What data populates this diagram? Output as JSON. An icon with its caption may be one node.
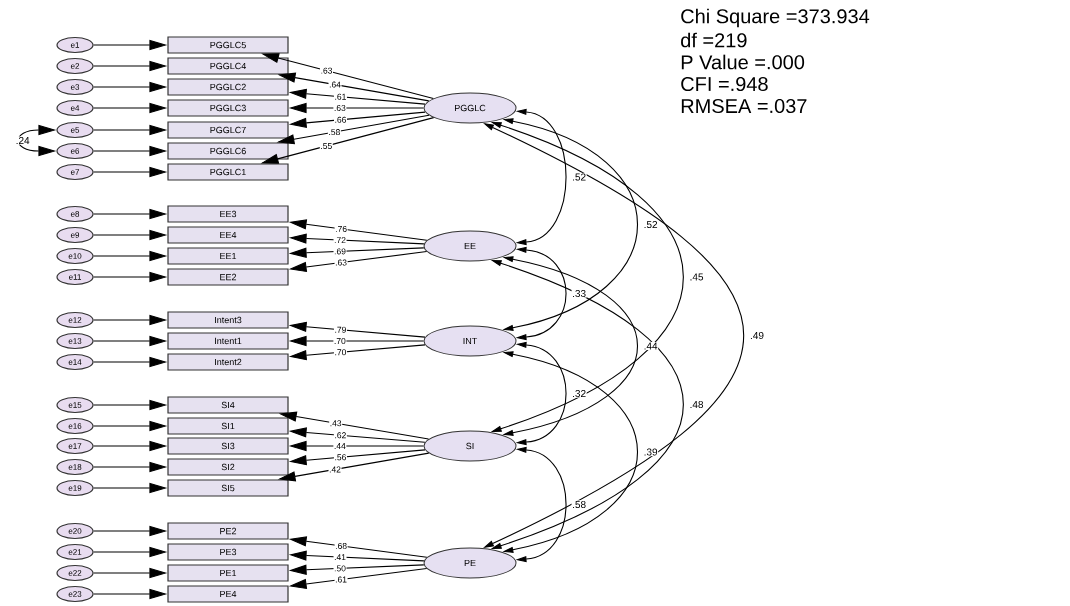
{
  "diagram": {
    "nodes": [
      {
        "text": [
          "e1"
        ]
      },
      {
        "text": [
          "e2"
        ]
      },
      {
        "text": [
          "e3"
        ]
      },
      {
        "text": [
          "e4"
        ]
      },
      {
        "text": [
          "e5"
        ]
      },
      {
        "text": [
          "e6"
        ]
      },
      {
        "text": [
          "e7"
        ]
      },
      {
        "text": [
          "e8"
        ]
      },
      {
        "text": [
          "e9"
        ]
      },
      {
        "text": [
          "e10"
        ]
      },
      {
        "text": [
          "e11"
        ]
      },
      {
        "text": [
          "e12"
        ]
      },
      {
        "text": [
          "e13"
        ]
      },
      {
        "text": [
          "e14"
        ]
      },
      {
        "text": [
          "e15"
        ]
      },
      {
        "text": [
          "e16"
        ]
      },
      {
        "text": [
          "e17"
        ]
      },
      {
        "text": [
          "e18"
        ]
      },
      {
        "text": [
          "e19"
        ]
      },
      {
        "text": [
          "e20"
        ]
      },
      {
        "text": [
          "e21"
        ]
      },
      {
        "text": [
          "e22"
        ]
      },
      {
        "text": [
          "e23"
        ]
      },
      {
        "text": [
          "PGGLC5"
        ]
      },
      {
        "text": [
          "PGGLC4"
        ]
      },
      {
        "text": [
          "PGGLC2"
        ]
      },
      {
        "text": [
          "PGGLC3"
        ]
      },
      {
        "text": [
          "PGGLC7"
        ]
      },
      {
        "text": [
          "PGGLC6"
        ]
      },
      {
        "text": [
          "PGGLC1"
        ]
      },
      {
        "text": [
          "EE3"
        ]
      },
      {
        "text": [
          "EE4"
        ]
      },
      {
        "text": [
          "EE1"
        ]
      },
      {
        "text": [
          "EE2"
        ]
      },
      {
        "text": [
          "Intent3"
        ]
      },
      {
        "text": [
          "Intent1"
        ]
      },
      {
        "text": [
          "Intent2"
        ]
      },
      {
        "text": [
          "SI4"
        ]
      },
      {
        "text": [
          "SI1"
        ]
      },
      {
        "text": [
          "SI3"
        ]
      },
      {
        "text": [
          "SI2"
        ]
      },
      {
        "text": [
          "SI5"
        ]
      },
      {
        "text": [
          "PE2"
        ]
      },
      {
        "text": [
          "PE3"
        ]
      },
      {
        "text": [
          "PE1"
        ]
      },
      {
        "text": [
          "PE4"
        ]
      },
      {
        "text": [
          "PGGLC"
        ]
      },
      {
        "text": [
          "EE"
        ]
      },
      {
        "text": [
          "INT"
        ]
      },
      {
        "text": [
          "SI"
        ]
      },
      {
        "text": [
          "PE"
        ]
      }
    ],
    "edges": [
      {
        "from": 0,
        "to": 23,
        "arrow": "to"
      },
      {
        "from": 1,
        "to": 24,
        "arrow": "to"
      },
      {
        "from": 2,
        "to": 25,
        "arrow": "to"
      },
      {
        "from": 3,
        "to": 26,
        "arrow": "to"
      },
      {
        "from": 4,
        "to": 27,
        "arrow": "to"
      },
      {
        "from": 5,
        "to": 28,
        "arrow": "to"
      },
      {
        "from": 6,
        "to": 29,
        "arrow": "to"
      },
      {
        "from": 7,
        "to": 30,
        "arrow": "to"
      },
      {
        "from": 8,
        "to": 31,
        "arrow": "to"
      },
      {
        "from": 9,
        "to": 32,
        "arrow": "to"
      },
      {
        "from": 10,
        "to": 33,
        "arrow": "to"
      },
      {
        "from": 11,
        "to": 34,
        "arrow": "to"
      },
      {
        "from": 12,
        "to": 35,
        "arrow": "to"
      },
      {
        "from": 13,
        "to": 36,
        "arrow": "to"
      },
      {
        "from": 14,
        "to": 37,
        "arrow": "to"
      },
      {
        "from": 15,
        "to": 38,
        "arrow": "to"
      },
      {
        "from": 16,
        "to": 39,
        "arrow": "to"
      },
      {
        "from": 17,
        "to": 40,
        "arrow": "to"
      },
      {
        "from": 18,
        "to": 41,
        "arrow": "to"
      },
      {
        "from": 19,
        "to": 42,
        "arrow": "to"
      },
      {
        "from": 20,
        "to": 43,
        "arrow": "to"
      },
      {
        "from": 21,
        "to": 44,
        "arrow": "to"
      },
      {
        "from": 22,
        "to": 45,
        "arrow": "to"
      },
      {
        "from": 46,
        "to": 23,
        "arrow": "to",
        "label": ".63"
      },
      {
        "from": 46,
        "to": 24,
        "arrow": "to",
        "label": ".64"
      },
      {
        "from": 46,
        "to": 25,
        "arrow": "to",
        "label": ".61"
      },
      {
        "from": 46,
        "to": 26,
        "arrow": "to",
        "label": ".63"
      },
      {
        "from": 46,
        "to": 27,
        "arrow": "to",
        "label": ".66"
      },
      {
        "from": 46,
        "to": 28,
        "arrow": "to",
        "label": ".58"
      },
      {
        "from": 46,
        "to": 29,
        "arrow": "to",
        "label": ".55"
      },
      {
        "from": 47,
        "to": 30,
        "arrow": "to",
        "label": ".76"
      },
      {
        "from": 47,
        "to": 31,
        "arrow": "to",
        "label": ".72"
      },
      {
        "from": 47,
        "to": 32,
        "arrow": "to",
        "label": ".69"
      },
      {
        "from": 47,
        "to": 33,
        "arrow": "to",
        "label": ".63"
      },
      {
        "from": 48,
        "to": 34,
        "arrow": "to",
        "label": ".79"
      },
      {
        "from": 48,
        "to": 35,
        "arrow": "to",
        "label": ".70"
      },
      {
        "from": 48,
        "to": 36,
        "arrow": "to",
        "label": ".70"
      },
      {
        "from": 49,
        "to": 37,
        "arrow": "to",
        "label": ".43"
      },
      {
        "from": 49,
        "to": 38,
        "arrow": "to",
        "label": ".62"
      },
      {
        "from": 49,
        "to": 39,
        "arrow": "to",
        "label": ".44"
      },
      {
        "from": 49,
        "to": 40,
        "arrow": "to",
        "label": ".56"
      },
      {
        "from": 49,
        "to": 41,
        "arrow": "to",
        "label": ".42"
      },
      {
        "from": 50,
        "to": 42,
        "arrow": "to",
        "label": ".68"
      },
      {
        "from": 50,
        "to": 43,
        "arrow": "to",
        "label": ".41"
      },
      {
        "from": 50,
        "to": 44,
        "arrow": "to",
        "label": ".50"
      },
      {
        "from": 50,
        "to": 45,
        "arrow": "to",
        "label": ".61"
      },
      {
        "from": 4,
        "to": 5,
        "arrow": "both",
        "label": ".24"
      },
      {
        "from": 46,
        "to": 47,
        "arrow": "both",
        "label": ".52"
      },
      {
        "from": 46,
        "to": 48,
        "arrow": "both",
        "label": ".52"
      },
      {
        "from": 46,
        "to": 49,
        "arrow": "both",
        "label": ".45"
      },
      {
        "from": 46,
        "to": 50,
        "arrow": "both",
        "label": ".49"
      },
      {
        "from": 47,
        "to": 48,
        "arrow": "both",
        "label": ".33"
      },
      {
        "from": 47,
        "to": 49,
        "arrow": "both",
        "label": ".44"
      },
      {
        "from": 47,
        "to": 50,
        "arrow": "both",
        "label": ".48"
      },
      {
        "from": 48,
        "to": 49,
        "arrow": "both",
        "label": ".32"
      },
      {
        "from": 48,
        "to": 50,
        "arrow": "both",
        "label": ".39"
      },
      {
        "from": 49,
        "to": 50,
        "arrow": "both",
        "label": ".58"
      }
    ],
    "labels": [
      "Chi Square =373.934",
      "df =219",
      "P Value =.000",
      "CFI =.948",
      "RMSEA =.037"
    ]
  }
}
